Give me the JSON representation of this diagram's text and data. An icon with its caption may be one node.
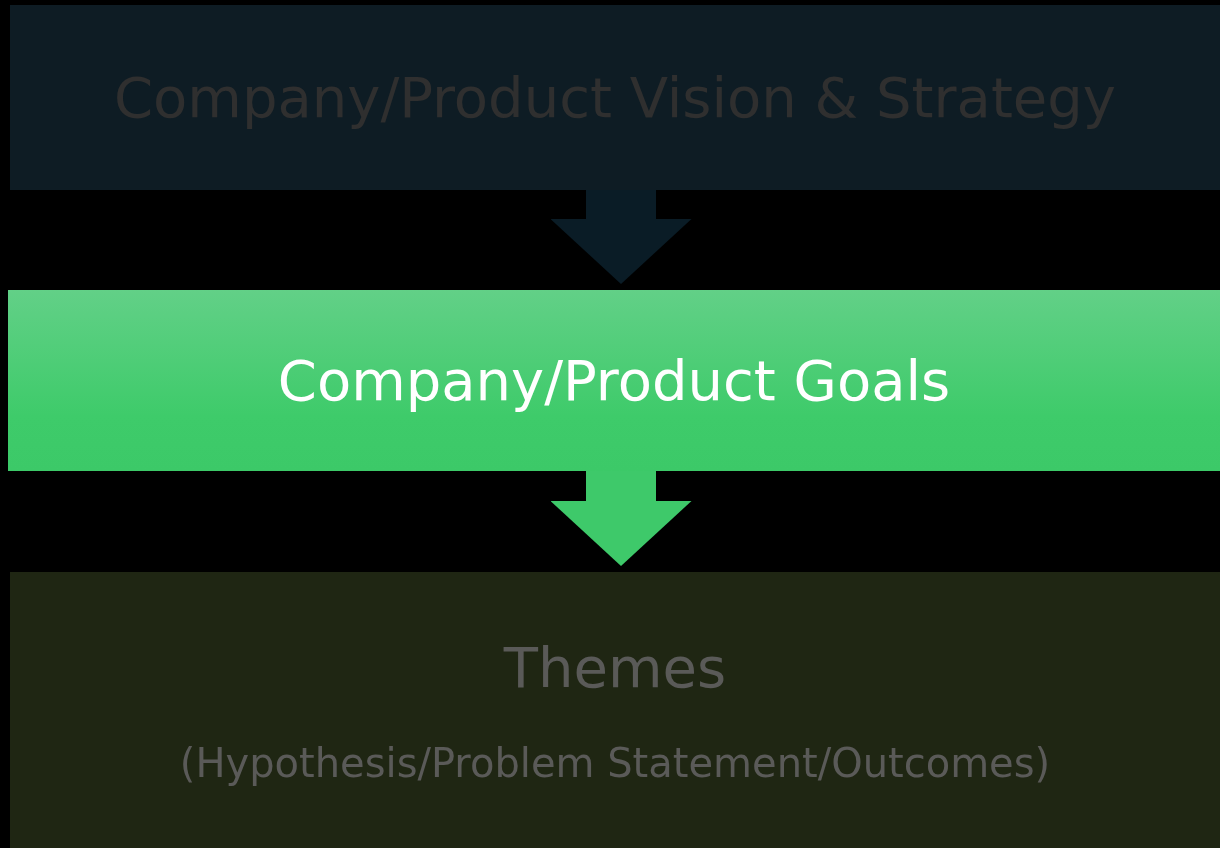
{
  "diagram": {
    "nodes": [
      {
        "text": [
          "Company/Product Vision & Strategy"
        ]
      },
      {
        "text": [
          "Company/Product Goals"
        ]
      },
      {
        "text": [
          "Themes",
          "(Hypothesis/Problem Statement/Outcomes)"
        ]
      }
    ],
    "edges": [
      {
        "from": 0,
        "to": 1,
        "arrow": "to",
        "color": "#0a1c26"
      },
      {
        "from": 1,
        "to": 2,
        "arrow": "to",
        "color": "#3ec96a"
      }
    ]
  }
}
